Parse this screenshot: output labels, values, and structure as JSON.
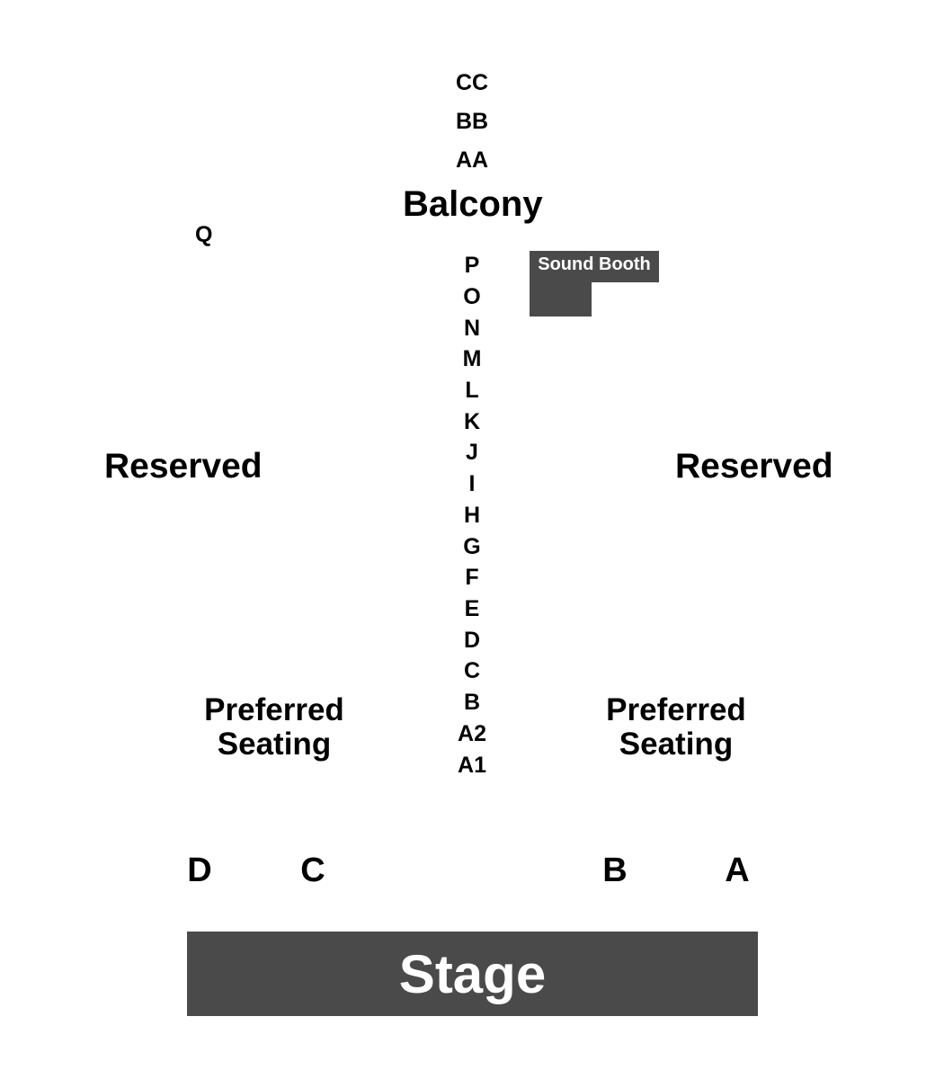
{
  "balcony": {
    "rows": [
      "CC",
      "BB",
      "AA"
    ],
    "title": "Balcony"
  },
  "floor": {
    "rows": [
      "P",
      "O",
      "N",
      "M",
      "L",
      "K",
      "J",
      "I",
      "H",
      "G",
      "F",
      "E",
      "D",
      "C",
      "B",
      "A2",
      "A1"
    ],
    "side_row": "Q"
  },
  "sections": {
    "reserved_left": "Reserved",
    "reserved_right": "Reserved",
    "preferred_left": [
      "Preferred",
      "Seating"
    ],
    "preferred_right": [
      "Preferred",
      "Seating"
    ]
  },
  "sound_booth": {
    "label": "Sound Booth",
    "color": "#4a4a4a"
  },
  "aisles": [
    "D",
    "C",
    "B",
    "A"
  ],
  "stage": {
    "label": "Stage",
    "color": "#4a4a4a"
  }
}
